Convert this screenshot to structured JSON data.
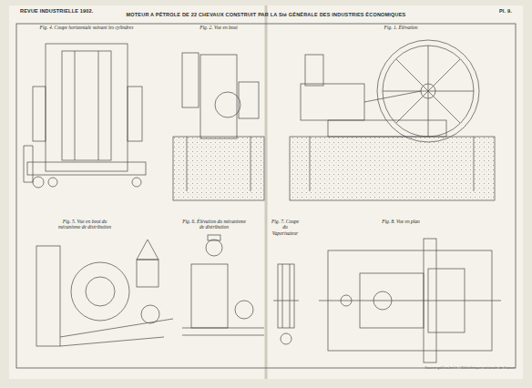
{
  "diagram": {
    "title": "MOTEUR A PÉTROLE DE 22 CHEVAUX CONSTRUIT PAR LA Sté GÉNÉRALE DES INDUSTRIES ÉCONOMIQUES",
    "labels": [
      "REVUE INDUSTRIELLE 1902.",
      "Pl. 9.",
      "Fig. 4. Coupe horizontale suivant les cylindres",
      "Fig. 2. Vue en bout",
      "Fig. 1. Élévation",
      "Fig. 5. Vue en bout du mécanisme de distribution",
      "Fig. 6. Élévation du mécanisme de distribution",
      "Fig. 7. Coupe du Vaporisateur",
      "Fig. 8. Vue en plan",
      "Source gallica.bnf.fr / Bibliothèque nationale de France"
    ]
  }
}
